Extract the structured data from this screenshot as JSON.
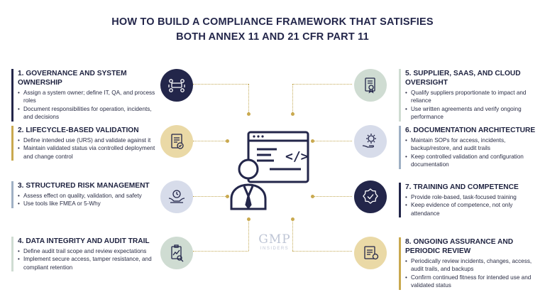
{
  "title": {
    "line1": "HOW TO BUILD A COMPLIANCE FRAMEWORK THAT SATISFIES",
    "line2": "BOTH ANNEX 11 AND 21 CFR PART 11"
  },
  "colors": {
    "navy": "#23264a",
    "gold": "#c9a94f",
    "gold_light": "#ead9a6",
    "sage": "#cfdcd2",
    "lavender": "#d7dcea",
    "steel": "#9fb0c4"
  },
  "sections": [
    {
      "heading": "1.  GOVERNANCE AND SYSTEM OWNERSHIP",
      "icon": "meeting-icon",
      "bullets": [
        "Assign a system owner; define IT, QA, and process roles",
        "Document responsibilities for operation, incidents, and decisions"
      ]
    },
    {
      "heading": "2. LIFECYCLE-BASED VALIDATION",
      "icon": "validation-document-icon",
      "bullets": [
        "Define intended use (URS) and validate against it",
        "Maintain validated status via controlled deployment and change control"
      ]
    },
    {
      "heading": "3. STRUCTURED RISK MANAGEMENT",
      "icon": "risk-hands-icon",
      "bullets": [
        "Assess effect on quality, validation, and safety",
        " Use tools like FMEA or 5-Why"
      ]
    },
    {
      "heading": "4. DATA INTEGRITY AND AUDIT TRAIL",
      "icon": "audit-clipboard-icon",
      "bullets": [
        "Define audit trail scope and review expectations",
        "Implement secure access, tamper resistance, and compliant retention"
      ]
    },
    {
      "heading": "5. SUPPLIER, SAAS, AND CLOUD OVERSIGHT",
      "icon": "certificate-icon",
      "bullets": [
        "Qualify suppliers proportionate to impact and reliance",
        "Use written agreements and verify ongoing performance"
      ]
    },
    {
      "heading": "6. DOCUMENTATION ARCHITECTURE",
      "icon": "gear-hand-icon",
      "bullets": [
        "Maintain SOPs for access, incidents, backup/restore, and audit trails",
        "Keep controlled validation and configuration documentation"
      ]
    },
    {
      "heading": "7. TRAINING AND COMPETENCE",
      "icon": "badge-check-icon",
      "bullets": [
        "Provide role-based, task-focused training",
        "Keep evidence of competence, not only attendance"
      ]
    },
    {
      "heading": "8. ONGOING ASSURANCE AND PERIODIC REVIEW",
      "icon": "review-board-icon",
      "bullets": [
        "Periodically review incidents, changes, access, audit trails, and backups",
        "Confirm continued fitness for intended use and validated status"
      ]
    }
  ],
  "central": {
    "icon": "developer-screen-icon",
    "code_symbol": "</>"
  },
  "logo": {
    "mark": "GMP",
    "sub": "INSIDERS"
  }
}
